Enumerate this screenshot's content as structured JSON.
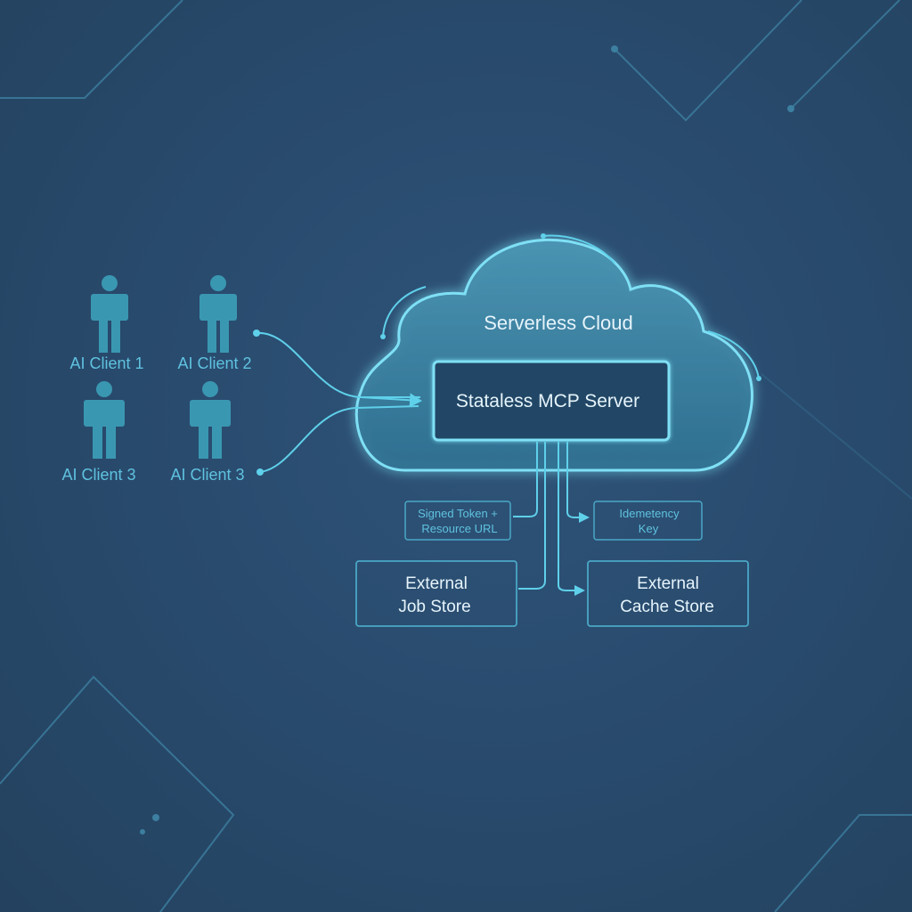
{
  "cloud": {
    "title": "Serverless Cloud"
  },
  "server": {
    "label": "Stataless MCP Server"
  },
  "clients": [
    {
      "label": "AI Client 1"
    },
    {
      "label": "AI Client 2"
    },
    {
      "label": "AI Client 3"
    },
    {
      "label": "AI Client 3"
    }
  ],
  "annotations": {
    "token_line1": "Signed Token +",
    "token_line2": "Resource URL",
    "idempotency_line1": "Idemetency",
    "idempotency_line2": "Key"
  },
  "stores": {
    "job_line1": "External",
    "job_line2": "Job Store",
    "cache_line1": "External",
    "cache_line2": "Cache Store"
  },
  "colors": {
    "background": "#28486a",
    "accent": "#4fc3e0",
    "cloud_fill": "#3a7f9e",
    "client": "#3a97b1",
    "text": "#e6f4fb"
  },
  "icons": {
    "client": "person-icon",
    "cloud": "cloud-icon"
  }
}
